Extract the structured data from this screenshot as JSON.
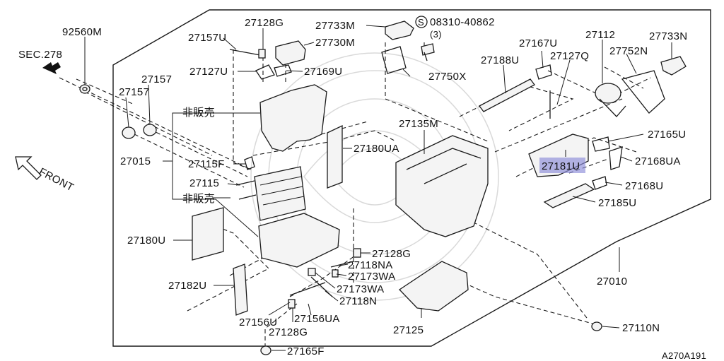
{
  "highlight_color": "#8c8cd9",
  "labels": {
    "p92560M": "92560M",
    "sec278": "SEC.278",
    "p27157a": "27157",
    "p27157b": "27157",
    "front": "FRONT",
    "p27015": "27015",
    "p27157U": "27157U",
    "p27128G_top": "27128G",
    "p27730M": "27730M",
    "p27127U": "27127U",
    "p27169U": "27169U",
    "hihanbai1": "非販売",
    "hihanbai2": "非販売",
    "p27115F": "27115F",
    "p27115": "27115",
    "p27180UA": "27180UA",
    "p27180U": "27180U",
    "p27182U": "27182U",
    "p27156U": "27156U",
    "p27128G_bottom": "27128G",
    "p27165F": "27165F",
    "p27733M": "27733M",
    "p08310": "08310-40862",
    "p08310_qty": "(3)",
    "p08310_prefix": "S",
    "p27750X": "27750X",
    "p27188U": "27188U",
    "p27167U": "27167U",
    "p27127Q": "27127Q",
    "p27112": "27112",
    "p27733N": "27733N",
    "p27752N": "27752N",
    "p27135M": "27135M",
    "p27181U": "27181U",
    "p27165U": "27165U",
    "p27168UA": "27168UA",
    "p27168U": "27168U",
    "p27185U": "27185U",
    "p27128G_mid": "27128G",
    "p27118NA": "27118NA",
    "p27173WA_a": "27173WA",
    "p27173WA_b": "27173WA",
    "p27118N": "27118N",
    "p27156UA": "27156UA",
    "p27125": "27125",
    "p27010": "27010",
    "p27110N": "27110N",
    "diagram_code": "A270A191"
  }
}
